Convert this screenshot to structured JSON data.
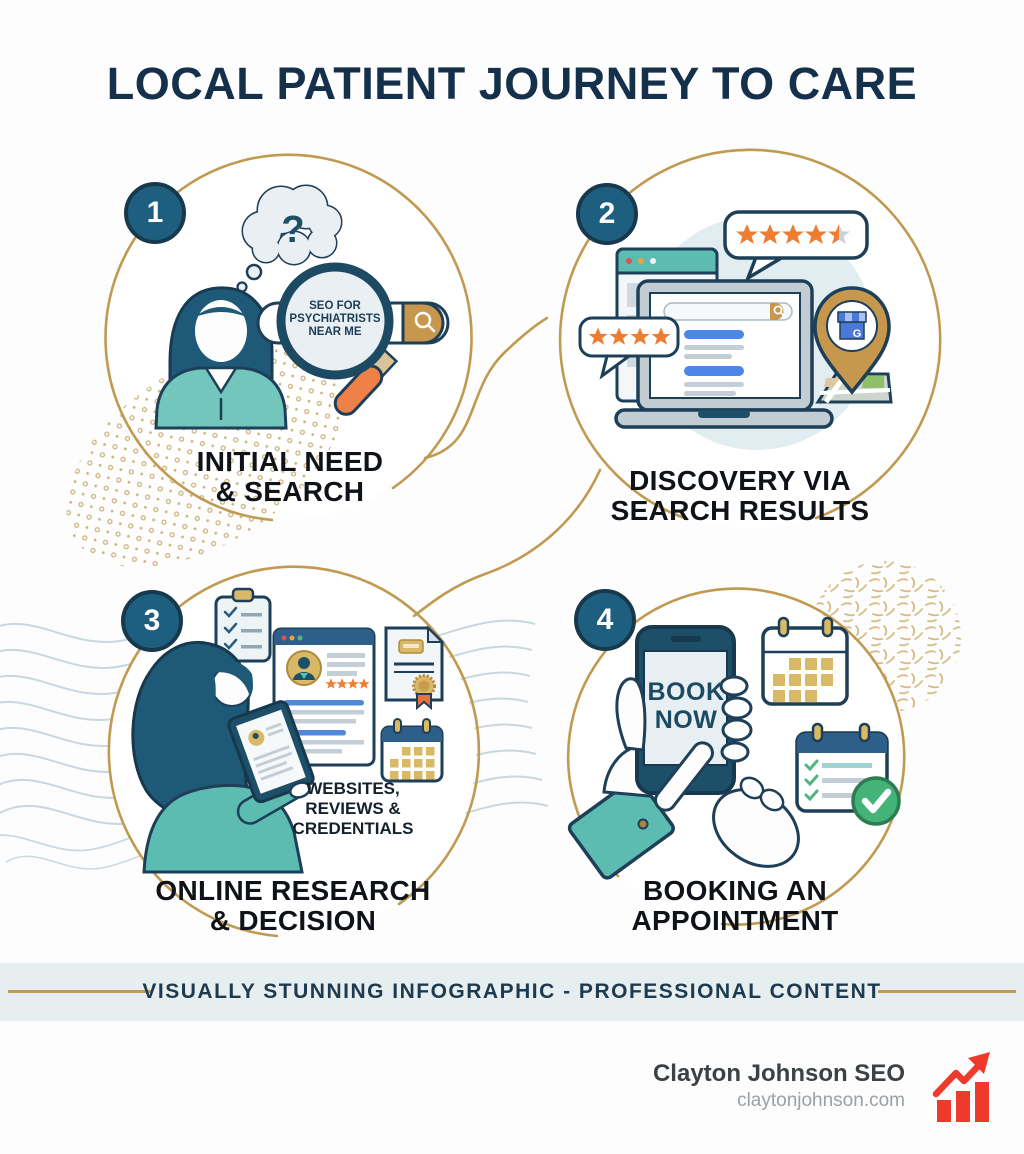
{
  "title": "LOCAL PATIENT JOURNEY TO CARE",
  "steps": [
    {
      "number": "1",
      "label": "INITIAL NEED\n& SEARCH",
      "thought_mark": "?",
      "search_query": "SEO FOR\nPSYCHIATRISTS\nNEAR ME",
      "icons": [
        "woman-figure",
        "thought-cloud",
        "magnifying-glass",
        "search-bar"
      ]
    },
    {
      "number": "2",
      "label": "DISCOVERY VIA\nSEARCH RESULTS",
      "ratings": {
        "top_bubble": 4.5,
        "left_bubble": 4
      },
      "pin_letter": "G",
      "icons": [
        "laptop-search-results",
        "review-bubbles",
        "google-business-pin",
        "map"
      ]
    },
    {
      "number": "3",
      "label": "ONLINE RESEARCH\n& DECISION",
      "sub_label": "WEBSITES,\nREVIEWS &\nCREDENTIALS",
      "profile_rating": 4,
      "icons": [
        "woman-with-tablet",
        "clipboard-checklist",
        "profile-review-card",
        "certificate",
        "calendar"
      ]
    },
    {
      "number": "4",
      "label": "BOOKING AN\nAPPOINTMENT",
      "phone_text": "BOOK\nNOW",
      "icons": [
        "hand-tapping-phone",
        "calendar-grid",
        "calendar-checklist",
        "confirmed-check-badge"
      ]
    }
  ],
  "footer_banner": "VISUALLY STUNNING INFOGRAPHIC - PROFESSIONAL CONTENT",
  "branding": {
    "name": "Clayton Johnson SEO",
    "website": "claytonjohnson.com",
    "logo": "growth-chart-icon"
  },
  "colors": {
    "gold": "#c19a52",
    "navy_outline": "#1e3f58",
    "badge_blue": "#1e5f80",
    "teal": "#5cbcb1",
    "star_orange": "#ed7d31",
    "link_blue": "#4b86e8",
    "logo_red": "#ee3a2c",
    "band_bg": "#e7eef0"
  }
}
